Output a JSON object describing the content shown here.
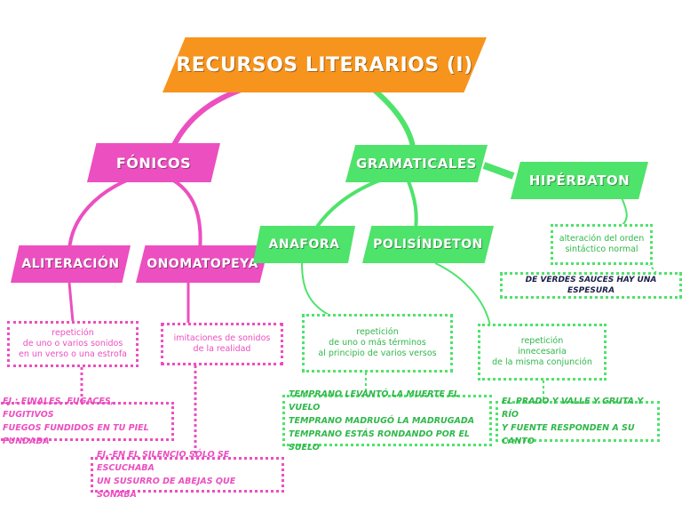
{
  "title": "RECURSOS LITERARIOS (I)",
  "categories": {
    "fonicos": "FÓNICOS",
    "gramaticales": "GRAMATICALES"
  },
  "nodes": {
    "aliteracion": "ALITERACIÓN",
    "onomatopeya": "ONOMATOPEYA",
    "anafora": "ANAFORA",
    "polisindeton": "POLISÍNDETON",
    "hiperbaton": "HIPÉRBATON"
  },
  "definitions": {
    "aliteracion": [
      "repetición",
      "de uno o varios sonidos",
      "en un verso o una estrofa"
    ],
    "onomatopeya": [
      "imitaciones de sonidos",
      "de la realidad"
    ],
    "anafora": [
      "repetición",
      "de uno o más términos",
      "al principio de varios versos"
    ],
    "polisindeton": [
      "repetición",
      "innecesaria",
      "de la misma conjunción"
    ],
    "hiperbaton": [
      "alteración del orden",
      "sintáctico normal"
    ]
  },
  "examples": {
    "aliteracion": [
      "EJ.: FINALES, FUGACES, FUGITIVOS",
      "FUEGOS FUNDIDOS EN TU PIEL FUNDADA"
    ],
    "onomatopeya": [
      "EJ.-EN EL SILENCIO SÓLO SE ESCUCHABA",
      "UN SUSURRO DE ABEJAS QUE SONABA"
    ],
    "anafora": [
      {
        "word": "TEMPRANO",
        "rest": " LEVANTÓ LA MUERTE EL VUELO"
      },
      {
        "word": "TEMPRANO",
        "rest": " MADRUGÓ LA MADRUGADA"
      },
      {
        "word": "TEMPRANO",
        "rest": " ESTÁS RONDANDO POR EL SUELO"
      }
    ],
    "polisindeton": [
      "EL PRADO Y VALLE Y GRUTA Y RÍO",
      "Y FUENTE RESPONDEN A SU CANTO"
    ],
    "hiperbaton": "DE VERDES SAUCES HAY UNA ESPESURA"
  },
  "colors": {
    "orange": "#f7941d",
    "pink": "#ec4fc0",
    "green": "#4ee36a",
    "text_dark": "#1d1d4a"
  }
}
